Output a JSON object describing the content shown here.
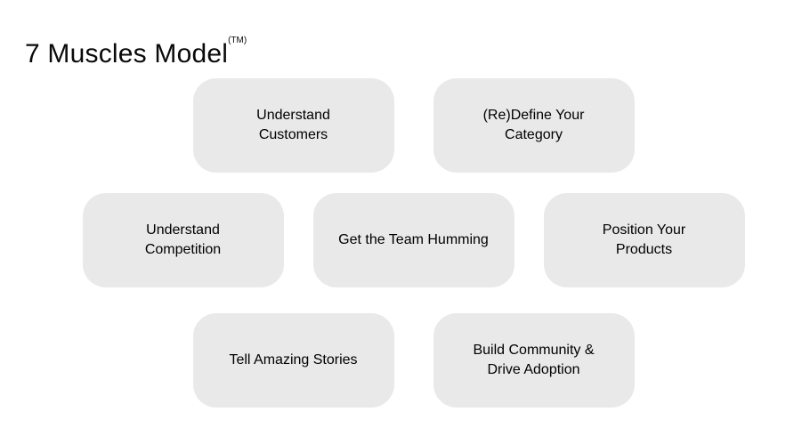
{
  "page": {
    "title": "7 Muscles Model",
    "title_mark": "(TM)"
  },
  "diagram": {
    "rows": [
      {
        "items": [
          {
            "label": "Understand\nCustomers"
          },
          {
            "label": "(Re)Define Your\nCategory"
          }
        ]
      },
      {
        "items": [
          {
            "label": "Understand\nCompetition"
          },
          {
            "label": "Get the Team Humming"
          },
          {
            "label": "Position Your\nProducts"
          }
        ]
      },
      {
        "items": [
          {
            "label": "Tell Amazing Stories"
          },
          {
            "label": "Build Community &\nDrive Adoption"
          }
        ]
      }
    ]
  }
}
